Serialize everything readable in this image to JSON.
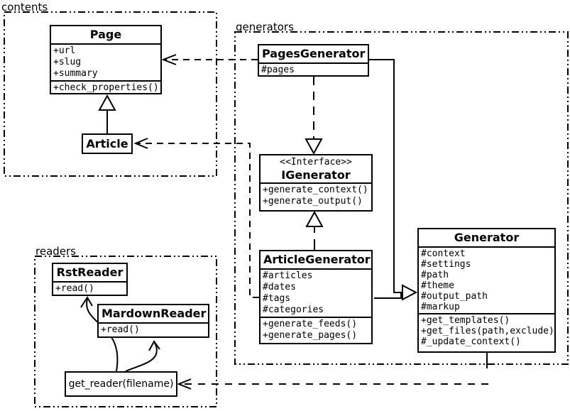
{
  "diagram": {
    "background": "#ffffff",
    "line_color": "#000000"
  },
  "packages": {
    "contents": {
      "label": "contents"
    },
    "generators": {
      "label": "generators"
    },
    "readers": {
      "label": "readers"
    }
  },
  "classes": {
    "page": {
      "name": "Page",
      "attributes": [
        "+url",
        "+slug",
        "+summary"
      ],
      "methods": [
        "+check_properties()"
      ]
    },
    "article": {
      "name": "Article"
    },
    "pages_generator": {
      "name": "PagesGenerator",
      "attributes": [
        "#pages"
      ]
    },
    "igenerator": {
      "stereotype": "<<Interface>>",
      "name": "IGenerator",
      "methods": [
        "+generate_context()",
        "+generate_output()"
      ]
    },
    "article_generator": {
      "name": "ArticleGenerator",
      "attributes": [
        "#articles",
        "#dates",
        "#tags",
        "#categories"
      ],
      "methods": [
        "+generate_feeds()",
        "+generate_pages()"
      ]
    },
    "generator": {
      "name": "Generator",
      "attributes": [
        "#context",
        "#settings",
        "#path",
        "#theme",
        "#output_path",
        "#markup"
      ],
      "methods": [
        "+get_templates()",
        "+get_files(path,exclude)",
        "#_update_context()"
      ]
    },
    "rst_reader": {
      "name": "RstReader",
      "methods": [
        "+read()"
      ]
    },
    "mardown_reader": {
      "name": "MardownReader",
      "methods": [
        "+read()"
      ]
    },
    "get_reader": {
      "name": "get_reader(filename)"
    }
  },
  "relationships": [
    {
      "from": "PagesGenerator",
      "to": "Page",
      "type": "dependency-dashed-arrow"
    },
    {
      "from": "Article",
      "to": "Page",
      "type": "inheritance-hollow-triangle"
    },
    {
      "from": "ArticleGenerator",
      "to": "Article",
      "type": "dependency-dashed-arrow"
    },
    {
      "from": "PagesGenerator",
      "to": "IGenerator",
      "type": "realization-dashed-hollow-triangle"
    },
    {
      "from": "ArticleGenerator",
      "to": "IGenerator",
      "type": "realization-dashed-hollow-triangle"
    },
    {
      "from": "PagesGenerator",
      "to": "Generator",
      "type": "inheritance-hollow-triangle"
    },
    {
      "from": "ArticleGenerator",
      "to": "Generator",
      "type": "inheritance-hollow-triangle"
    },
    {
      "from": "Generator",
      "to": "get_reader(filename)",
      "type": "dependency-dashed-arrow"
    },
    {
      "from": "get_reader(filename)",
      "to": "RstReader",
      "type": "curved-open-arrow"
    },
    {
      "from": "get_reader(filename)",
      "to": "MardownReader",
      "type": "curved-open-arrow"
    }
  ]
}
